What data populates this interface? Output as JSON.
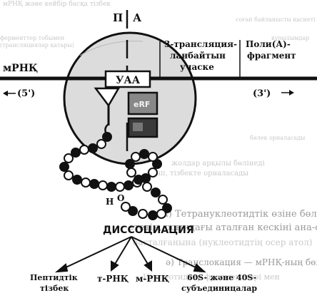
{
  "labels": {
    "site_p": "П",
    "site_a": "А",
    "region_3utr": "3-трансляция-",
    "region_3utr_2": "ланбайтын",
    "region_3utr_3": "учаске",
    "polya": "Поли(А)-",
    "polya_2": "фрагмент",
    "mrna": "мРНҚ",
    "five_prime": "(5')",
    "three_prime": "(3')",
    "stop_codon": "УАА",
    "erf": "eRF",
    "terminus": "H",
    "terminus_2": "O",
    "dissociation": "ДИССОЦИАЦИЯ",
    "product_peptide": "Пептидтік",
    "product_peptide_2": "тізбек",
    "product_trna": "т-РНҚ",
    "product_mrna": "м-РНҚ",
    "product_subunits": "60S- және 40S-",
    "product_subunits_2": "субъединицалар"
  },
  "bleed_through": {
    "line1": "а) Тетрануклеотидтік өзіне бөлшек",
    "line2": "ететін, осындағы аталған кескіні ана-о",
    "line3": "басталғанына (нуклеотидтің осер атол)",
    "line4": "ә) Транслокация — мРНҚ-ның бөлшегі",
    "line5": "Нуклеотидтер фрагменттері мен",
    "line6": "жолдар арқылы бөлінеді",
    "line7": "оқып, тізбекте орналасады",
    "line8": "мРНҚ және кейбір басқа тізбек",
    "line9": "соған байланысты қасиеті",
    "line10": "ферменттер тобымен",
    "line11": "(трансляциялар қатары)",
    "line12": "құрылымдар",
    "line13": "бөлек орналасады"
  },
  "colors": {
    "ribosome_fill": "#dcdcdc",
    "ink": "#111111",
    "bead_fill": "#ffffff",
    "bead_dark": "#111111",
    "bleed": "#c9c9c9"
  }
}
